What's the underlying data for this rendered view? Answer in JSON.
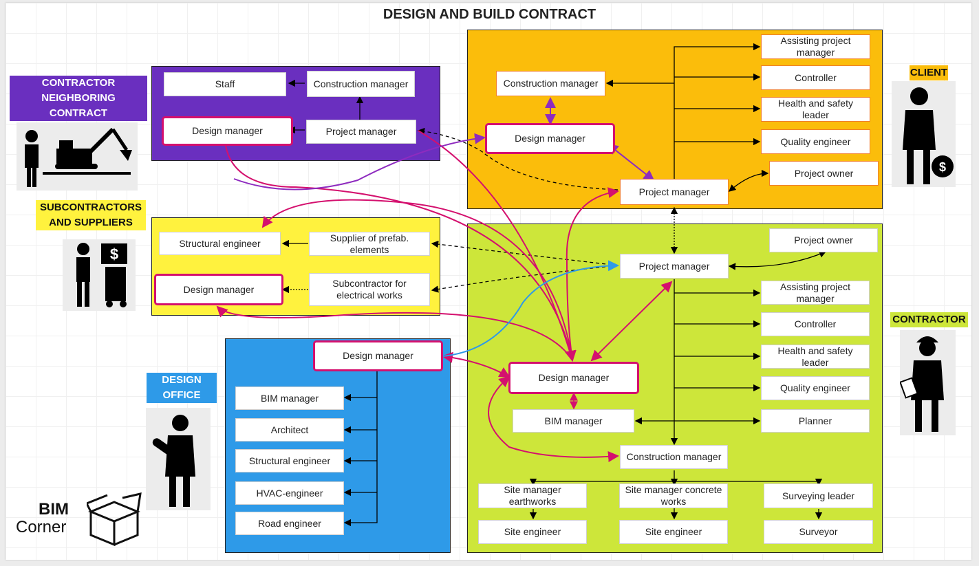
{
  "title": "DESIGN AND BUILD CONTRACT",
  "labels": {
    "neighbor": "CONTRACTOR NEIGHBORING CONTRACT",
    "subcontractors": "SUBCONTRACTORS AND SUPPLIERS",
    "design_office": "DESIGN OFFICE",
    "client": "CLIENT",
    "contractor": "CONTRACTOR"
  },
  "logo": {
    "line1": "BIM",
    "line2": "Corner"
  },
  "neighbor": {
    "staff": "Staff",
    "construction_manager": "Construction manager",
    "design_manager": "Design manager",
    "project_manager": "Project manager"
  },
  "subs": {
    "structural_engineer": "Structural engineer",
    "supplier": "Supplier of prefab. elements",
    "design_manager": "Design manager",
    "subcontractor": "Subcontractor for electrical works"
  },
  "office": {
    "design_manager": "Design manager",
    "items": [
      "BIM manager",
      "Architect",
      "Structural engineer",
      "HVAC-engineer",
      "Road engineer"
    ]
  },
  "client": {
    "construction_manager": "Construction manager",
    "design_manager": "Design manager",
    "project_manager": "Project manager",
    "assisting_pm": "Assisting project manager",
    "controller": "Controller",
    "hs_leader": "Health and safety leader",
    "quality_engineer": "Quality engineer",
    "project_owner": "Project owner"
  },
  "contractor": {
    "project_manager": "Project manager",
    "project_owner": "Project owner",
    "assisting_pm": "Assisting project manager",
    "controller": "Controller",
    "hs_leader": "Health and safety leader",
    "design_manager": "Design manager",
    "quality_engineer": "Quality engineer",
    "bim_manager": "BIM manager",
    "planner": "Planner",
    "construction_manager": "Construction manager",
    "sm_earthworks": "Site manager earthworks",
    "sm_concrete": "Site manager concrete works",
    "surveying_leader": "Surveying leader",
    "site_engineer_1": "Site engineer",
    "site_engineer_2": "Site engineer",
    "surveyor": "Surveyor"
  },
  "colors": {
    "neighbor": "#6a2fbf",
    "client": "#fbbd0b",
    "subs": "#fff23e",
    "office": "#2e9ae8",
    "contractor": "#cde63a",
    "highlight": "#d4106e",
    "purple_link": "#8e2bbf",
    "blue_link": "#2e9ae8"
  }
}
